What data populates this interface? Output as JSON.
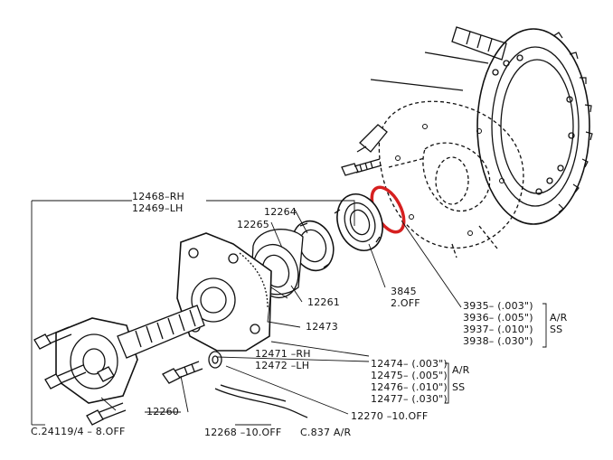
{
  "labels": {
    "p12468": "12468–RH",
    "p12469": "12469–LH",
    "p12264": "12264",
    "p12265": "12265",
    "p12261": "12261",
    "p12473": "12473",
    "p3845": "3845",
    "p3845_qty": "2.OFF",
    "p3935": "3935– (.003\")",
    "p3936": "3936– (.005\")",
    "p3937": "3937– (.010\")",
    "p3938": "3938– (.030\")",
    "grp_ar_1": "A/R",
    "grp_ss_1": "SS",
    "p12471": "12471 –RH",
    "p12472": "12472 –LH",
    "p12474": "12474– (.003\")",
    "p12475": "12475– (.005\")",
    "p12476": "12476– (.010\")",
    "p12477": "12477– (.030\")",
    "grp_ar_2": "A/R",
    "grp_ss_2": "SS",
    "p12270": "12270 –10.OFF",
    "p12260": "12260",
    "p24119": "C.24119/4 – 8.OFF",
    "p12268": "12268 –10.OFF",
    "p837": "C.837 A/R"
  },
  "colors": {
    "ink": "#111111",
    "highlight": "#d62020",
    "paper": "#ffffff"
  }
}
